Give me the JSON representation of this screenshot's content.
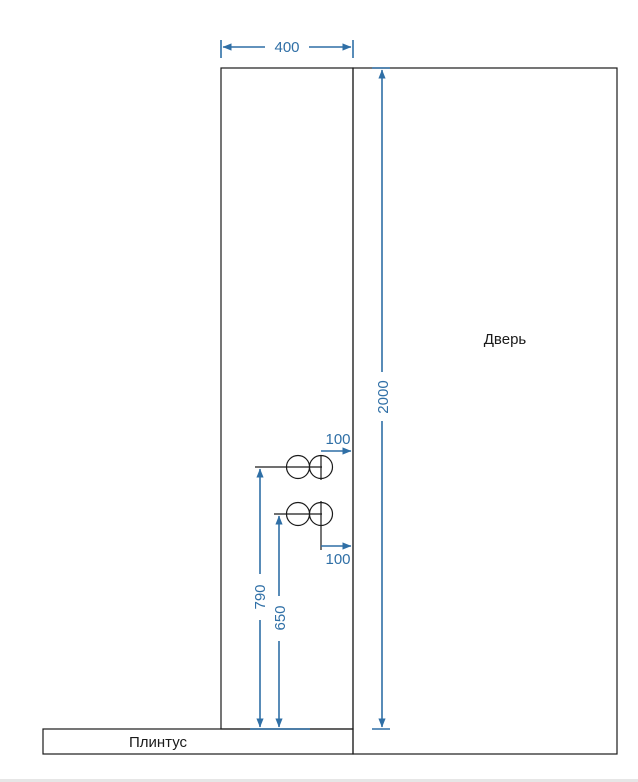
{
  "labels": {
    "door": "Дверь",
    "baseboard": "Плинтус"
  },
  "dimensions": {
    "width_top": "400",
    "door_height": "2000",
    "offset_upper": "100",
    "offset_lower": "100",
    "height_upper": "790",
    "height_lower": "650"
  },
  "colors": {
    "dimension": "#2f6fa6",
    "outline": "#1a1a1a"
  }
}
